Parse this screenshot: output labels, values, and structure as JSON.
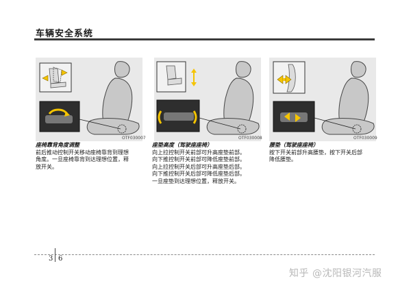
{
  "header": {
    "title": "车辆安全系统"
  },
  "panels": [
    {
      "image_code": "OTF030007",
      "caption_title": "座椅靠背角度调整",
      "lines": [
        "前后推动控制开关移动座椅靠背到理想",
        "角度。一旦座椅靠背到达理想位置，释",
        "放开关。"
      ]
    },
    {
      "image_code": "OTF030008",
      "caption_title": "座垫高度（驾驶座座椅）",
      "lines": [
        "向上拉控制开关前部可升高座垫前部。",
        "向下推控制开关前部可降低座垫前部。",
        "向上拉控制开关后部可升高座垫后部。",
        "向下推控制开关后部可降低座垫后部。",
        "一旦座垫到达理想位置，释放开关。"
      ]
    },
    {
      "image_code": "OTF030009",
      "caption_title": "腰垫（驾驶座座椅）",
      "lines": [
        "按下开关前部升高腰垫，按下开关后部",
        "降低腰垫。"
      ]
    }
  ],
  "footer": {
    "page_left": "3",
    "page_right": "6"
  },
  "watermark": {
    "text": "知乎 @沈阳银河汽服"
  }
}
